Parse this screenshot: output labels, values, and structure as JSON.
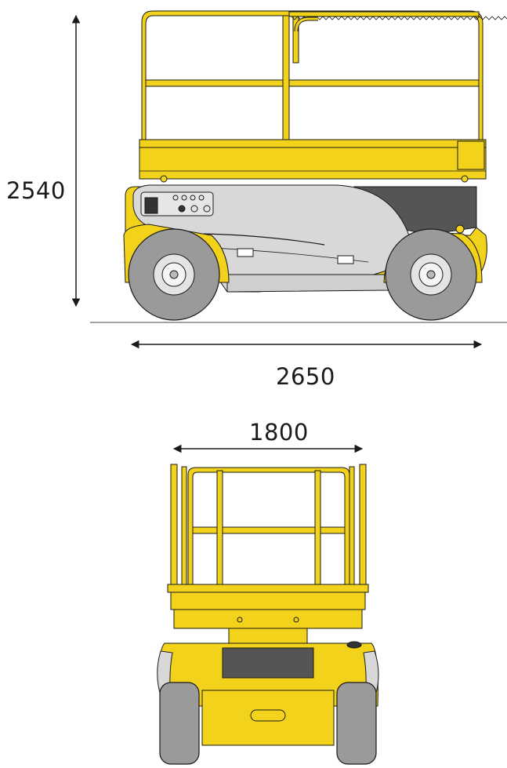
{
  "dimensions": {
    "height": "2540",
    "length": "2650",
    "width": "1800"
  },
  "colors": {
    "machine_yellow": "#f2d21b",
    "yellow_shade": "#d9b80f",
    "body_grey": "#d8d8d8",
    "dark_grey": "#555555",
    "tire_grey": "#9a9a9a",
    "outline": "#1a1a1a"
  }
}
